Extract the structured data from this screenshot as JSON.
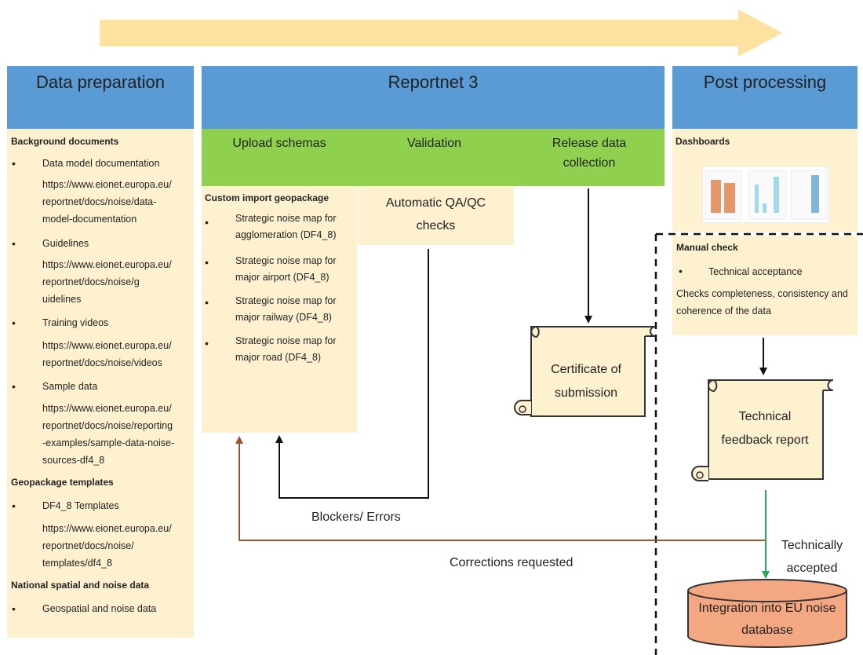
{
  "columns": {
    "data_preparation": "Data preparation",
    "reportnet": "Reportnet 3",
    "post_processing": "Post processing"
  },
  "reportnet_steps": {
    "upload": "Upload schemas",
    "validation": "Validation",
    "release": "Release data collection"
  },
  "data_prep": {
    "background_heading": "Background documents",
    "items": [
      {
        "label": "Data model documentation",
        "url_lines": [
          "https://www.eionet.europa.eu/",
          "reportnet/docs/noise/data-",
          "model-documentation"
        ]
      },
      {
        "label": "Guidelines",
        "url_lines": [
          "https://www.eionet.europa.eu/",
          "reportnet/docs/noise/g",
          "uidelines"
        ]
      },
      {
        "label": "Training videos",
        "url_lines": [
          "https://www.eionet.europa.eu/",
          "reportnet/docs/noise/videos"
        ]
      },
      {
        "label": "Sample data",
        "url_lines": [
          "https://www.eionet.europa.eu/",
          "reportnet/docs/noise/reporting",
          "-examples/sample-data-noise-",
          "sources-df4_8"
        ]
      }
    ],
    "geopackage_heading": "Geopackage templates",
    "geopackage_item": {
      "label": "DF4_8 Templates",
      "url_lines": [
        "https://www.eionet.europa.eu/",
        "reportnet/docs/noise/",
        "templates/df4_8"
      ]
    },
    "national_heading": "National spatial and noise data",
    "national_item": "Geospatial and noise data"
  },
  "custom_import": {
    "heading": "Custom import geopackage",
    "items": [
      [
        "Strategic noise map for",
        "agglomeration (DF4_8)"
      ],
      [
        "Strategic noise map for",
        "major airport (DF4_8)"
      ],
      [
        "Strategic noise map for",
        "major railway (DF4_8)"
      ],
      [
        "Strategic noise map for",
        "major road (DF4_8)"
      ]
    ]
  },
  "automatic_checks": "Automatic QA/QC checks",
  "certificate": "Certificate of submission",
  "post": {
    "dashboards": "Dashboards",
    "manual_check": "Manual check",
    "technical_acceptance": "Technical acceptance",
    "checks_text": "Checks completeness, consistency and coherence of the data",
    "feedback": "Technical feedback report",
    "technically_accepted": "Technically accepted",
    "integration": "Integration into EU noise database"
  },
  "flows": {
    "blockers": "Blockers/ Errors",
    "corrections": "Corrections requested"
  },
  "colors": {
    "header_blue": "#5b9bd5",
    "cream": "#fdf1cf",
    "green": "#8fd14f",
    "arrow_yellow": "#fde2a0",
    "brown_arrow": "#a0522d",
    "green_arrow": "#22aa55",
    "cylinder": "#f4a882"
  }
}
